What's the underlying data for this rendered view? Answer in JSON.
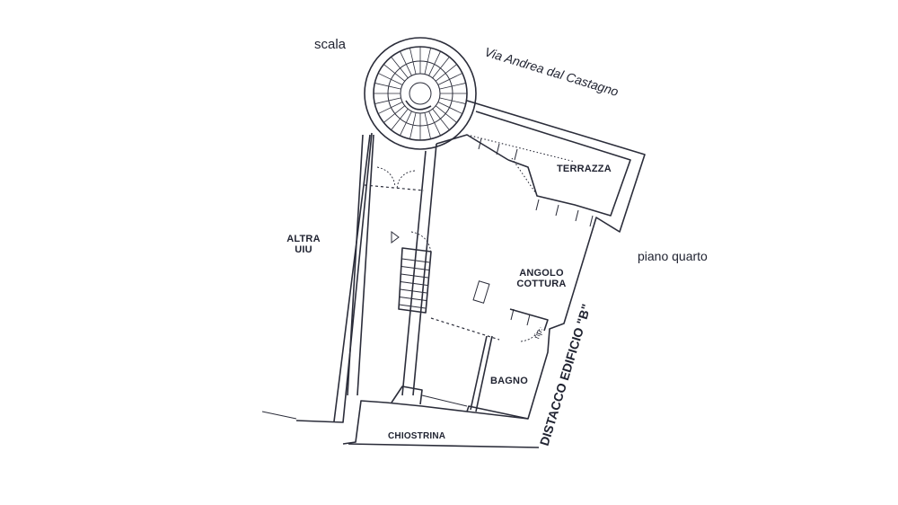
{
  "labels": {
    "scala": "scala",
    "street": "Via Andrea dal Castagno",
    "terrazza": "TERRAZZA",
    "altra_uiu_line1": "ALTRA",
    "altra_uiu_line2": "UIU",
    "angolo_cottura_line1": "ANGOLO",
    "angolo_cottura_line2": "COTTURA",
    "piano": "piano quarto",
    "bagno": "BAGNO",
    "chiostrina": "CHIOSTRINA",
    "distacco": "DISTACCO EDIFICIO \"B\"",
    "rip": "rip."
  },
  "colors": {
    "ink": "#2b2d3a",
    "text": "#1f2230",
    "background": "#ffffff"
  }
}
